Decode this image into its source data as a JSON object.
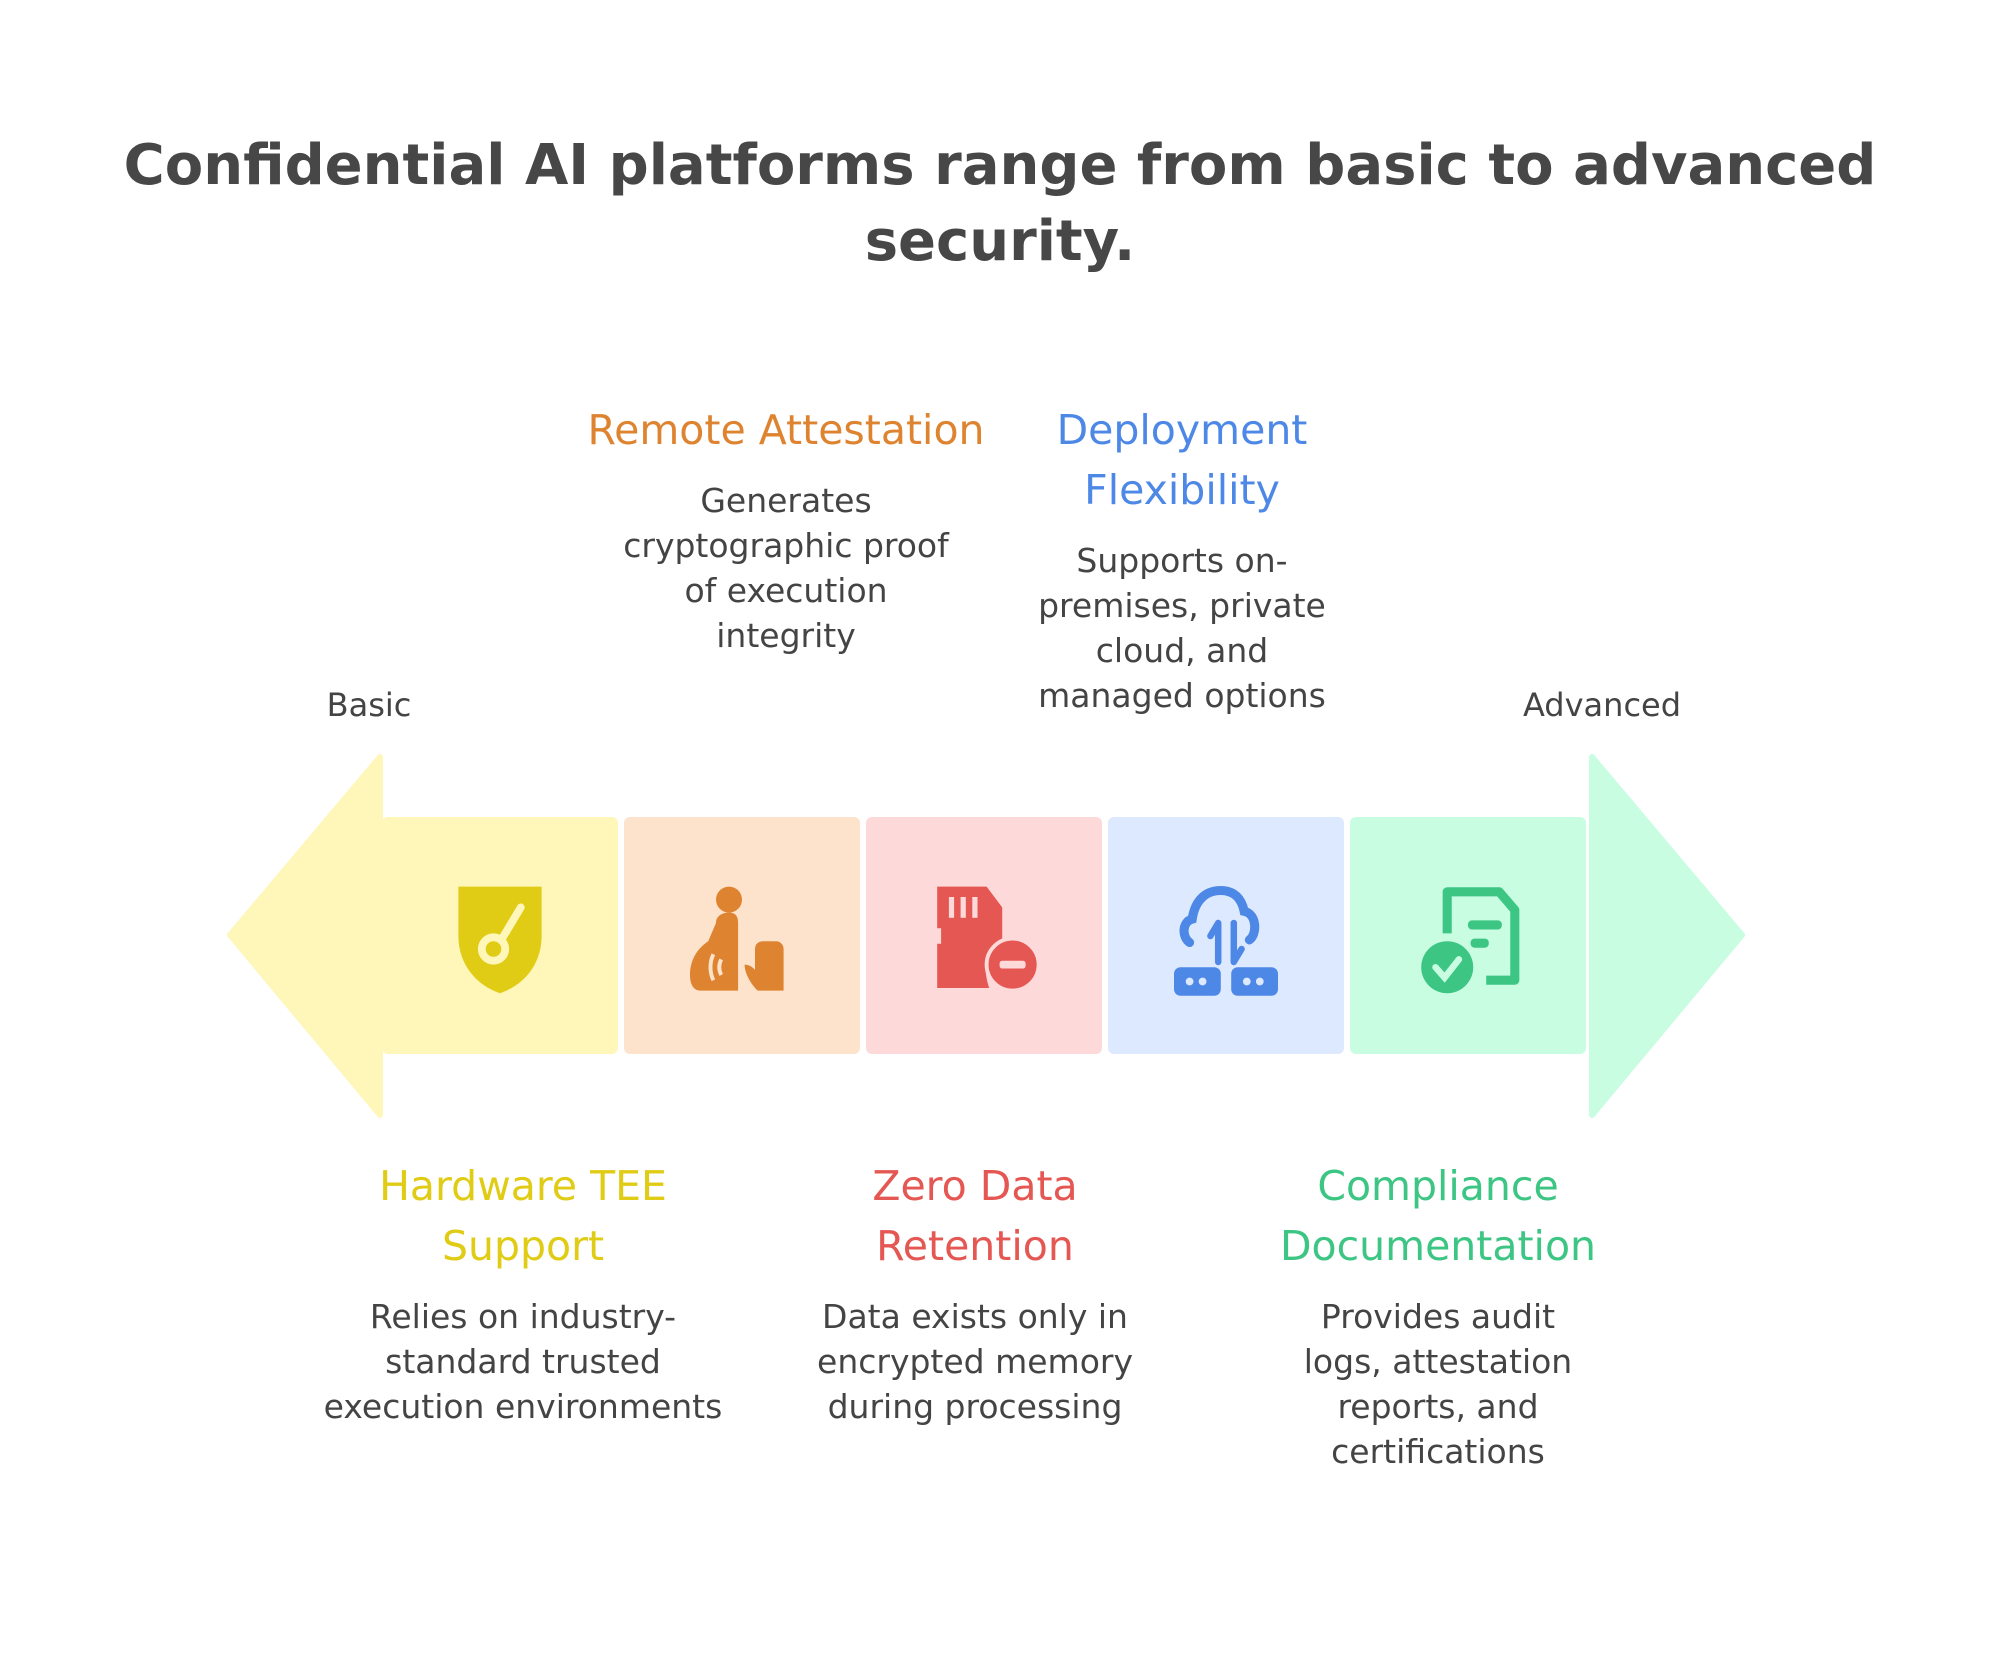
{
  "title": "Confidential AI platforms range from basic to advanced security.",
  "scale": {
    "start": "Basic",
    "end": "Advanced"
  },
  "stages": [
    {
      "title": "Hardware TEE Support",
      "description": "Relies on industry-standard trusted execution environments",
      "icon": "shield-key-icon",
      "color": "#E0CB15",
      "bg": "#FEF7B9"
    },
    {
      "title": "Remote Attestation",
      "description": "Generates cryptographic proof of execution integrity",
      "icon": "person-signal-icon",
      "color": "#DE8431",
      "bg": "#FEE3CC"
    },
    {
      "title": "Zero Data Retention",
      "description": "Data exists only in encrypted memory during processing",
      "icon": "memory-card-minus-icon",
      "color": "#E55753",
      "bg": "#FED9D9"
    },
    {
      "title": "Deployment Flexibility",
      "description": "Supports on-premises, private cloud, and managed options",
      "icon": "cloud-server-icon",
      "color": "#4E88E7",
      "bg": "#DDE9FE"
    },
    {
      "title": "Compliance Documentation",
      "description": "Provides audit logs, attestation reports, and certifications",
      "icon": "document-check-icon",
      "color": "#3CC583",
      "bg": "#C8FDE2"
    }
  ]
}
